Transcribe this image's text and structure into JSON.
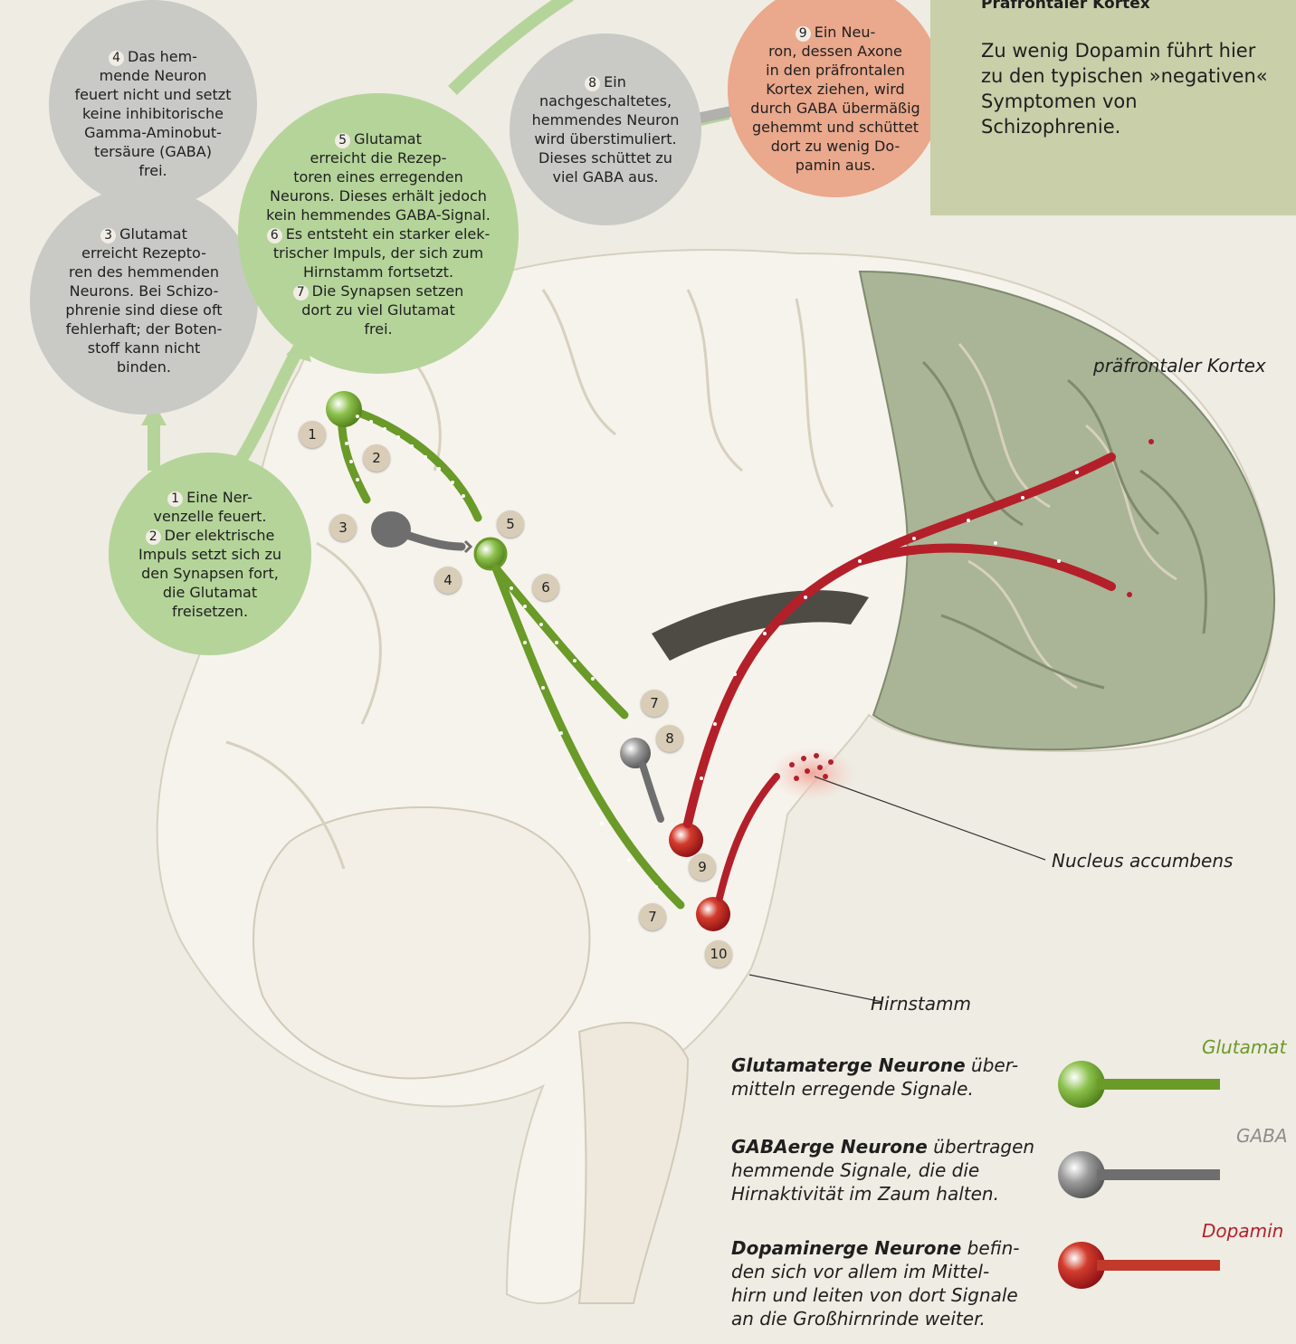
{
  "boxes": {
    "b4": "4",
    "b4_lines": [
      "Das hem-",
      "mende Neuron",
      "feuert nicht und setzt",
      "keine inhibitorische",
      "Gamma-Aminobut-",
      "tersäure (GABA)",
      "frei."
    ],
    "b3": "3",
    "b3_lines": [
      "Glutamat",
      "erreicht Rezepto-",
      "ren des hemmenden",
      "Neurons. Bei Schizo-",
      "phrenie sind diese oft",
      "fehlerhaft; der Boten-",
      "stoff kann nicht",
      "binden."
    ],
    "b1": "1",
    "b1_lines": [
      "Eine Ner-",
      "venzelle feuert."
    ],
    "b2": "2",
    "b2_lines": [
      "Der elektrische",
      "Impuls setzt sich zu",
      "den Synapsen fort,",
      "die Glutamat",
      "freisetzen."
    ],
    "b5": "5",
    "b5_lines": [
      "Glutamat",
      "erreicht die Rezep-",
      "toren eines erregenden",
      "Neurons. Dieses erhält jedoch",
      "kein hemmendes GABA-Signal."
    ],
    "b6": "6",
    "b6_lines": [
      "Es entsteht ein starker elek-",
      "trischer Impuls, der sich zum",
      "Hirnstamm fortsetzt."
    ],
    "b7": "7",
    "b7_lines": [
      "Die Synapsen setzen",
      "dort zu viel Glutamat",
      "frei."
    ],
    "b8": "8",
    "b8_lines": [
      "Ein",
      "nachgeschaltetes,",
      "hemmendes Neuron",
      "wird überstimuliert.",
      "Dieses schüttet zu",
      "viel GABA aus."
    ],
    "b9": "9",
    "b9_lines": [
      "Ein Neu-",
      "ron, dessen Axone",
      "in den präfrontalen",
      "Kortex ziehen, wird",
      "durch GABA übermäßig",
      "gehemmt und schüttet",
      "dort zu wenig Do-",
      "pamin aus."
    ]
  },
  "pfc_box": {
    "title": "Präfrontaler Kortex",
    "text": "Zu wenig Dopamin führt hier zu den typischen »negativen« Symptomen von Schizophrenie."
  },
  "badges": [
    "1",
    "2",
    "3",
    "4",
    "5",
    "6",
    "7",
    "8",
    "9",
    "7",
    "10"
  ],
  "labels": {
    "pfc": "präfrontaler Kortex",
    "nucleus": "Nucleus accumbens",
    "hirnstamm": "Hirnstamm"
  },
  "legend": {
    "glutamat_name": "Glutamat",
    "gaba_name": "GABA",
    "dopamin_name": "Dopamin",
    "glutamat_bold": "Glutamaterge Neurone",
    "glutamat_lines": [
      "über-",
      "mitteln erregende Signale."
    ],
    "gaba_bold": "GABAerge Neurone",
    "gaba_lines": [
      "übertragen",
      "hemmende Signale, die die",
      "Hirnaktivität im Zaum halten."
    ],
    "dopamin_bold": "Dopaminerge Neurone",
    "dopamin_lines": [
      "befin-",
      "den sich vor allem im Mittel-",
      "hirn und leiten von dort Signale",
      "an die Großhirnrinde weiter."
    ]
  },
  "colors": {
    "glutamat": "#6a9a28",
    "gaba": "#6e6e6e",
    "dopamin": "#b3202a",
    "bubble_green": "#b5d49a",
    "bubble_gray": "#c9c9c6",
    "bubble_salmon": "#eaa88c",
    "pfc_area": "#a9b596"
  }
}
